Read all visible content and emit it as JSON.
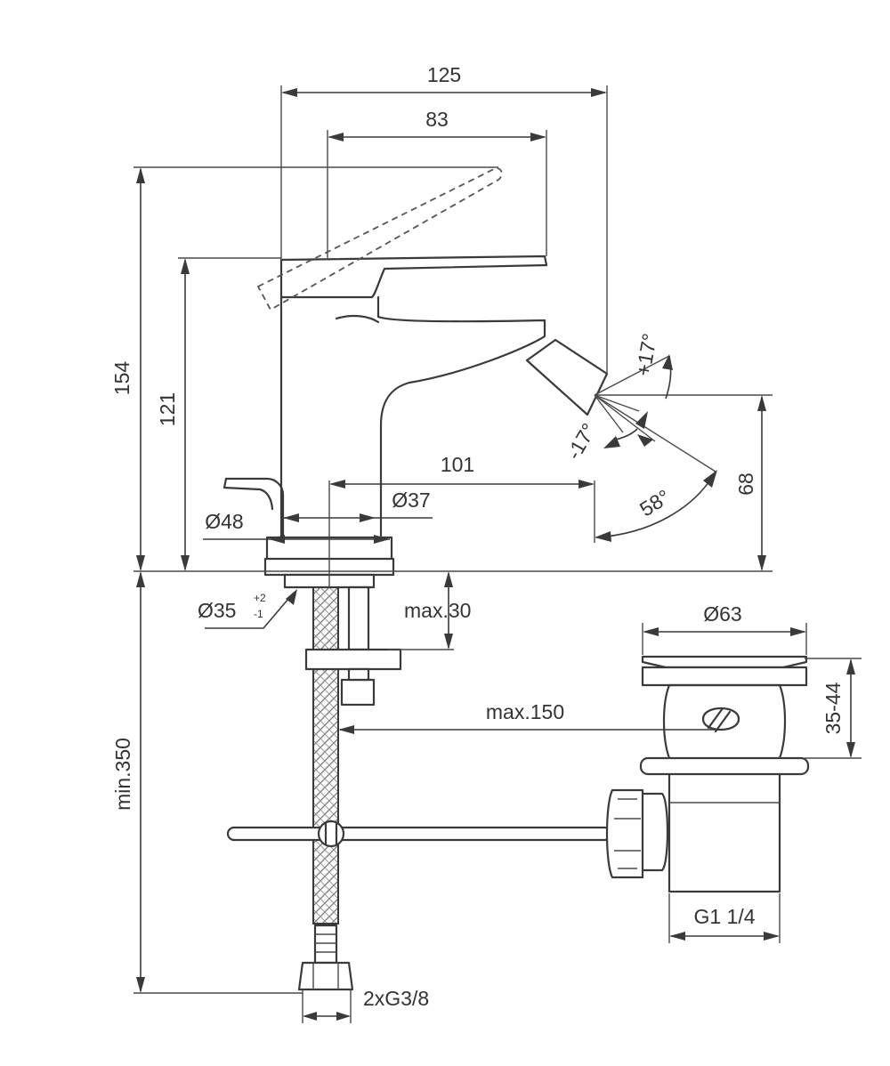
{
  "dimensions": {
    "w125": "125",
    "w83": "83",
    "h154": "154",
    "h121": "121",
    "w101": "101",
    "h68": "68",
    "d48": "Ø48",
    "d37": "Ø37",
    "d35": "Ø35",
    "d35_tol_plus": "+2",
    "d35_tol_minus": "-1",
    "max30": "max.30",
    "min350": "min.350",
    "max150": "max.150",
    "d63": "Ø63",
    "h35_44": "35-44",
    "g114": "G1 1/4",
    "g38": "2xG3/8"
  },
  "angles": {
    "plus17": "+17°",
    "minus17": "-17°",
    "a58": "58°"
  }
}
